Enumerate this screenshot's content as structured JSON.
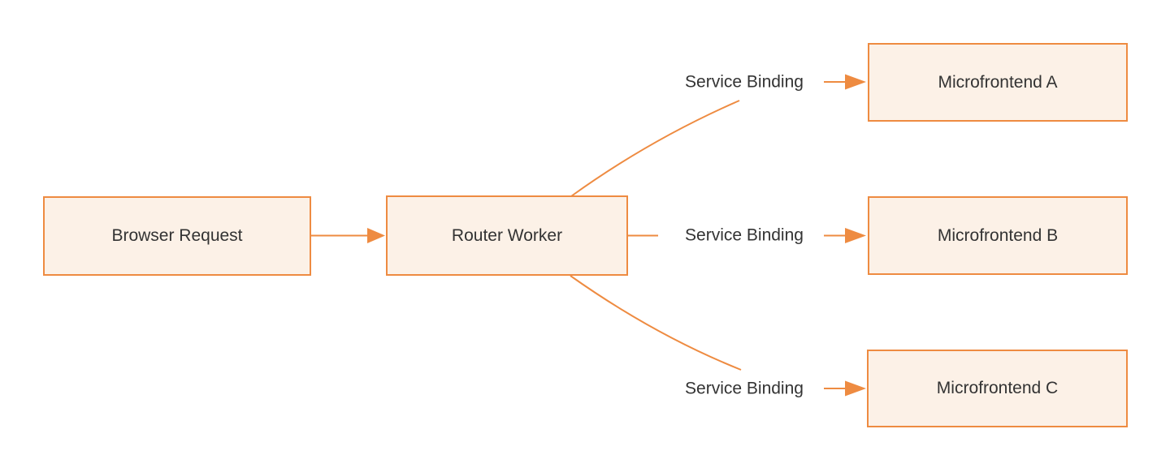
{
  "diagram": {
    "type": "flowchart",
    "direction": "left-to-right",
    "colors": {
      "background": "#ffffff",
      "node_fill": "#fcf1e7",
      "node_border": "#ee8b41",
      "edge_stroke": "#ee8b41",
      "text": "#333333"
    },
    "nodes": [
      {
        "id": "browser-request",
        "label": "Browser Request"
      },
      {
        "id": "router-worker",
        "label": "Router Worker"
      },
      {
        "id": "microfrontend-a",
        "label": "Microfrontend A"
      },
      {
        "id": "microfrontend-b",
        "label": "Microfrontend B"
      },
      {
        "id": "microfrontend-c",
        "label": "Microfrontend C"
      }
    ],
    "edges": [
      {
        "from": "Browser Request",
        "to": "Router Worker",
        "label": ""
      },
      {
        "from": "Router Worker",
        "to": "Microfrontend A",
        "label": "Service Binding"
      },
      {
        "from": "Router Worker",
        "to": "Microfrontend B",
        "label": "Service Binding"
      },
      {
        "from": "Router Worker",
        "to": "Microfrontend C",
        "label": "Service Binding"
      }
    ]
  }
}
